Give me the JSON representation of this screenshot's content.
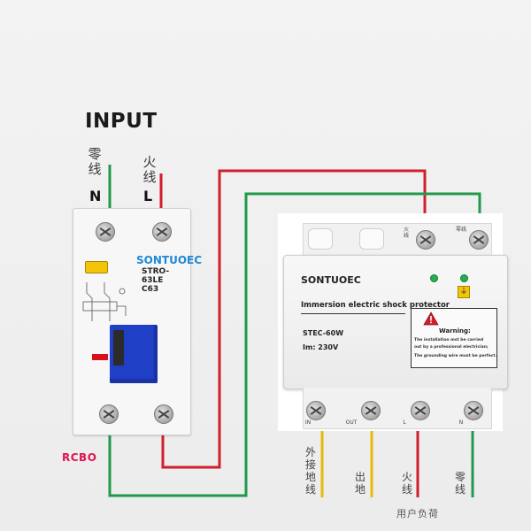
{
  "diagram": {
    "input_title": "INPUT",
    "input_terminals": [
      {
        "cn": "零线",
        "letter": "N"
      },
      {
        "cn": "火线",
        "letter": "L"
      }
    ],
    "rcbo": {
      "label": "RCBO",
      "brand": "SONTUOEC",
      "model": "STRO-63LE",
      "rating": "C63"
    },
    "protector": {
      "brand": "SONTUOEC",
      "title": "Immersion electric shock protector",
      "model": "STEC-60W",
      "input_voltage": "Im:  230V",
      "warning": {
        "title": "Warning:",
        "lines": [
          "The installation mst be carried",
          "out by a professional electrician;",
          "The grounding wire must be perfect."
        ]
      },
      "top_terminals": [
        {
          "cn": "火线"
        },
        {
          "cn": "零线"
        }
      ],
      "bottom_terminals": [
        {
          "label": "IN"
        },
        {
          "label": "OUT"
        },
        {
          "label": "L"
        },
        {
          "label": "N"
        }
      ]
    },
    "output_labels": [
      {
        "cn": "外接地线"
      },
      {
        "cn": "出地"
      },
      {
        "cn": "火线"
      },
      {
        "cn": "零线"
      }
    ],
    "user_load": "用户负荷",
    "colors": {
      "live": "#d11f2a",
      "neutral": "#1f9a4a",
      "earth": "#e8b90a",
      "rcbo_brand": "#1e88d8",
      "rcbo_label": "#e0134f",
      "handle": "#1f3fc7"
    },
    "icons": [
      "screw-terminal-icon",
      "warning-triangle-icon",
      "earth-symbol-icon",
      "led-indicator-icon",
      "test-button-icon"
    ]
  }
}
